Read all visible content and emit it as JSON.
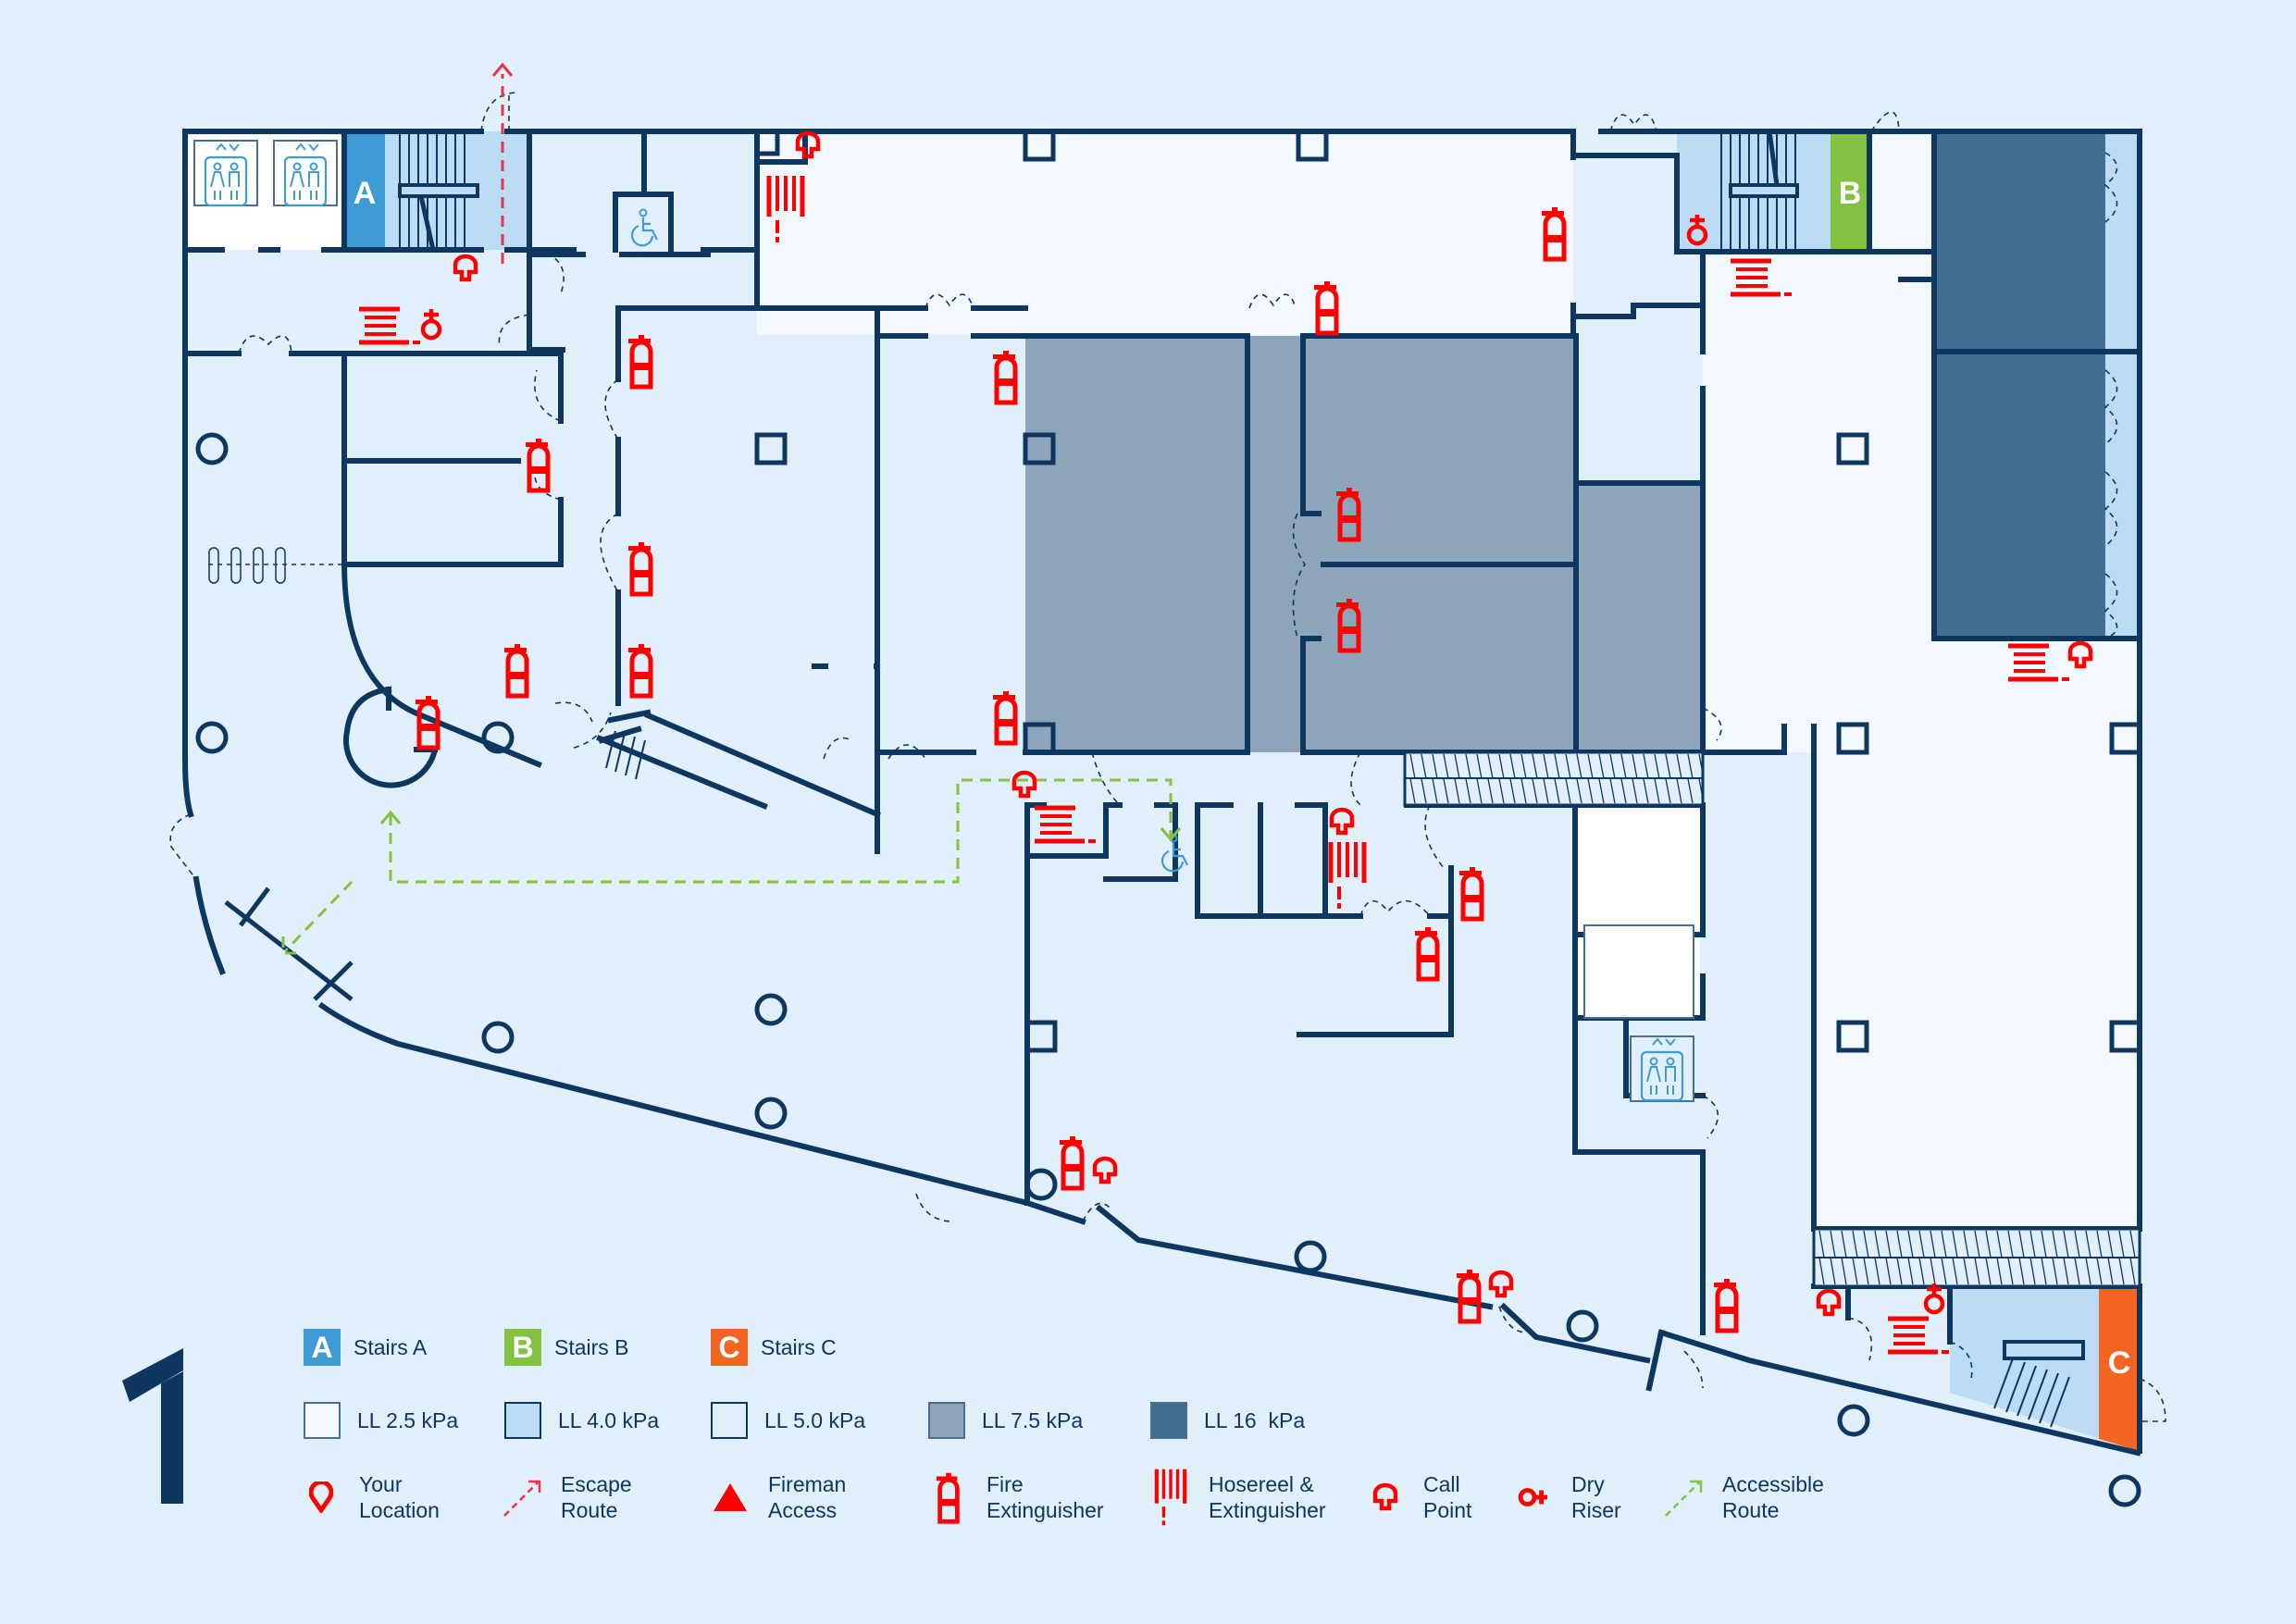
{
  "floor": {
    "level_label": "1"
  },
  "stairs": [
    {
      "letter": "A",
      "label": "Stairs A",
      "color": "#3f9bd4"
    },
    {
      "letter": "B",
      "label": "Stairs B",
      "color": "#84c341"
    },
    {
      "letter": "C",
      "label": "Stairs C",
      "color": "#f26522"
    }
  ],
  "load_levels": [
    {
      "label": "LL 2.5 kPa",
      "color": "#f2f8fd"
    },
    {
      "label": "LL 4.0 kPa",
      "color": "#bcdcf5"
    },
    {
      "label": "LL 5.0 kPa",
      "color": "#e0eff9"
    },
    {
      "label": "LL 7.5 kPa",
      "color": "#8da4ba"
    },
    {
      "label": "LL 16  kPa",
      "color": "#436e94"
    }
  ],
  "symbols": [
    {
      "icon": "location-pin-icon",
      "line1": "Your",
      "line2": "Location"
    },
    {
      "icon": "escape-route-arrow-icon",
      "line1": "Escape",
      "line2": "Route"
    },
    {
      "icon": "fireman-access-triangle-icon",
      "line1": "Fireman",
      "line2": "Access"
    },
    {
      "icon": "fire-extinguisher-icon",
      "line1": "Fire",
      "line2": "Extinguisher"
    },
    {
      "icon": "hosereel-icon",
      "line1": "Hosereel &",
      "line2": "Extinguisher"
    },
    {
      "icon": "call-point-icon",
      "line1": "Call",
      "line2": "Point"
    },
    {
      "icon": "dry-riser-icon",
      "line1": "Dry",
      "line2": "Riser"
    },
    {
      "icon": "accessible-route-arrow-icon",
      "line1": "Accessible",
      "line2": "Route"
    }
  ],
  "colors": {
    "background": "#e0eff9",
    "wall": "#0d3761",
    "safety_red": "#ff0000",
    "accessible_green": "#84c341",
    "escape_red": "#e8344a"
  }
}
